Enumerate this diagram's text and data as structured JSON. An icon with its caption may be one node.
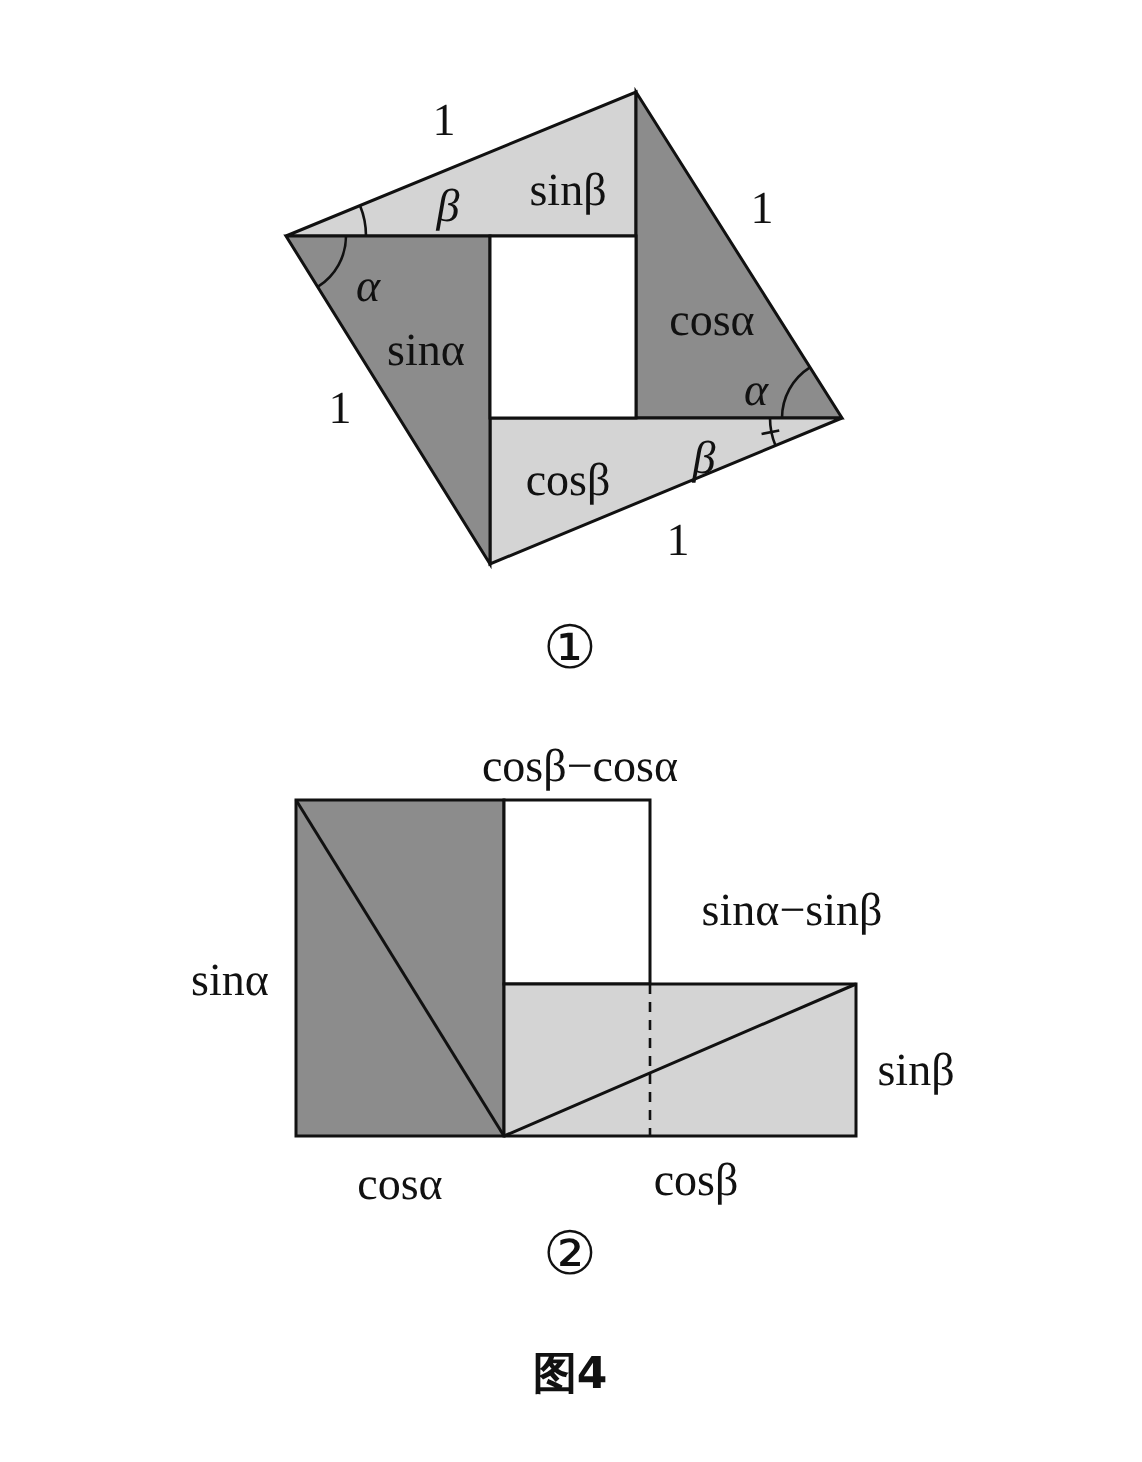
{
  "diagram": {
    "labels": [
      "1",
      "β",
      "sinβ",
      "1",
      "α",
      "sinα",
      "cosα",
      "α",
      "1",
      "cosβ",
      "β",
      "1",
      "①",
      "cosβ−cosα",
      "sinα−sinβ",
      "sinα",
      "sinβ",
      "cosα",
      "cosβ",
      "②",
      "图4"
    ]
  }
}
